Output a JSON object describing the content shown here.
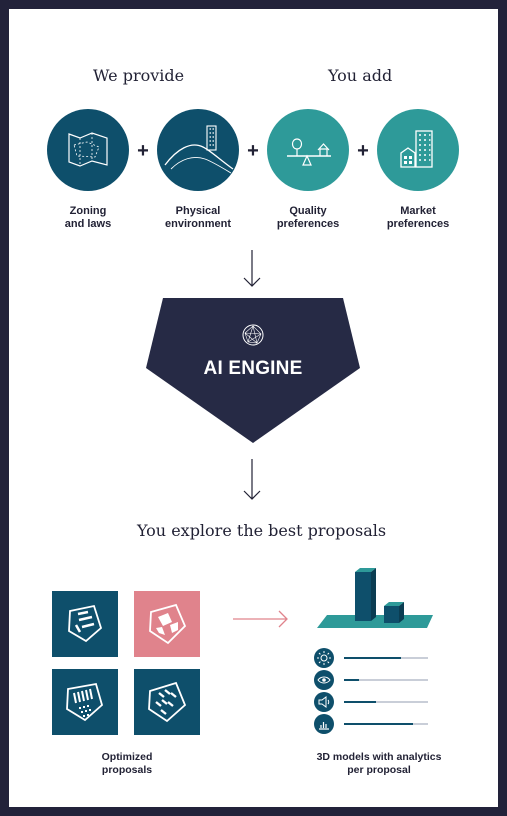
{
  "headings": {
    "we_provide": "We provide",
    "you_add": "You add",
    "you_explore": "You explore the best proposals"
  },
  "inputs": [
    {
      "line1": "Zoning",
      "line2": "and laws",
      "icon": "map-icon"
    },
    {
      "line1": "Physical",
      "line2": "environment",
      "icon": "terrain-icon"
    },
    {
      "line1": "Quality",
      "line2": "preferences",
      "icon": "seesaw-icon"
    },
    {
      "line1": "Market",
      "line2": "preferences",
      "icon": "buildings-icon"
    }
  ],
  "operators": [
    "+",
    "+",
    "+"
  ],
  "engine": {
    "label": "AI ENGINE",
    "icon": "ai-logo-icon"
  },
  "outputs": {
    "optimized_line1": "Optimized",
    "optimized_line2": "proposals",
    "models_line1": "3D models with analytics",
    "models_line2": "per proposal"
  },
  "metrics": [
    {
      "icon": "sun-icon",
      "fill": 0.68
    },
    {
      "icon": "eye-icon",
      "fill": 0.18
    },
    {
      "icon": "sound-icon",
      "fill": 0.38
    },
    {
      "icon": "bar-chart-icon",
      "fill": 0.82
    }
  ],
  "colors": {
    "background": "#22223a",
    "card": "#ffffff",
    "dark_teal": "#0e4f6b",
    "light_teal": "#2e9a99",
    "engine": "#262a45",
    "pink": "#e0838c",
    "arrow_pink": "#e0838c"
  }
}
